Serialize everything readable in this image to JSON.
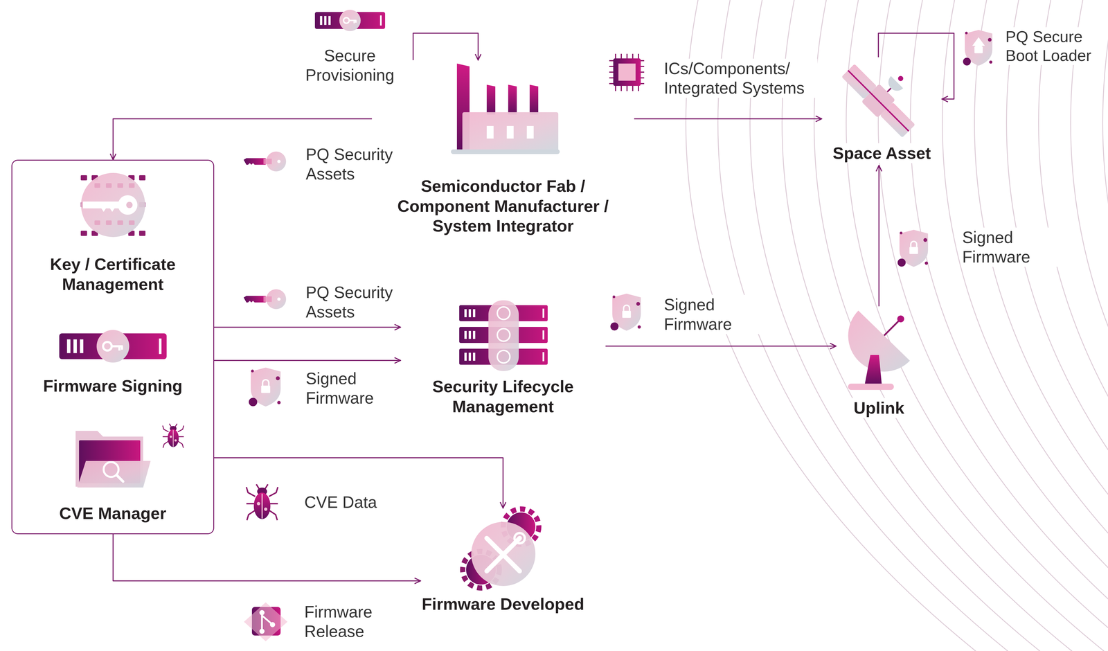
{
  "diagram": {
    "nodes": [
      {
        "text": [
          "Semiconductor Fab / Component Manufacturer / System Integrator"
        ]
      },
      {
        "text": []
      },
      {
        "text": [
          "Key / Certificate Management"
        ],
        "in": 1
      },
      {
        "text": [
          "Firmware Signing"
        ],
        "in": 1
      },
      {
        "text": [
          "CVE Manager"
        ],
        "in": 1
      },
      {
        "text": [
          "Security Lifecycle Management"
        ]
      },
      {
        "text": [
          "Firmware Developed"
        ]
      },
      {
        "text": [
          "Space Asset"
        ]
      },
      {
        "text": [
          "Uplink"
        ]
      }
    ],
    "edges": [
      {
        "from": 0,
        "to": 0,
        "label": "Secure Provisioning",
        "arrow": "to"
      },
      {
        "from": 0,
        "to": 1,
        "label": "PQ Security Assets",
        "arrow": "to"
      },
      {
        "from": 0,
        "to": 7,
        "label": "ICs/Components/ Integrated Systems",
        "arrow": "to"
      },
      {
        "from": 1,
        "to": 5,
        "label": "PQ Security Assets",
        "arrow": "to"
      },
      {
        "from": 1,
        "to": 5,
        "label": "Signed Firmware",
        "arrow": "to"
      },
      {
        "from": 1,
        "to": 6,
        "label": "CVE Data",
        "arrow": "to"
      },
      {
        "from": 1,
        "to": 6,
        "label": "Firmware Release",
        "arrow": "to"
      },
      {
        "from": 5,
        "to": 8,
        "label": "Signed Firmware",
        "arrow": "to"
      },
      {
        "from": 8,
        "to": 7,
        "label": "Signed Firmware",
        "arrow": "to"
      },
      {
        "from": 7,
        "to": 7,
        "label": "PQ Secure Boot Loader",
        "arrow": "to"
      }
    ]
  }
}
